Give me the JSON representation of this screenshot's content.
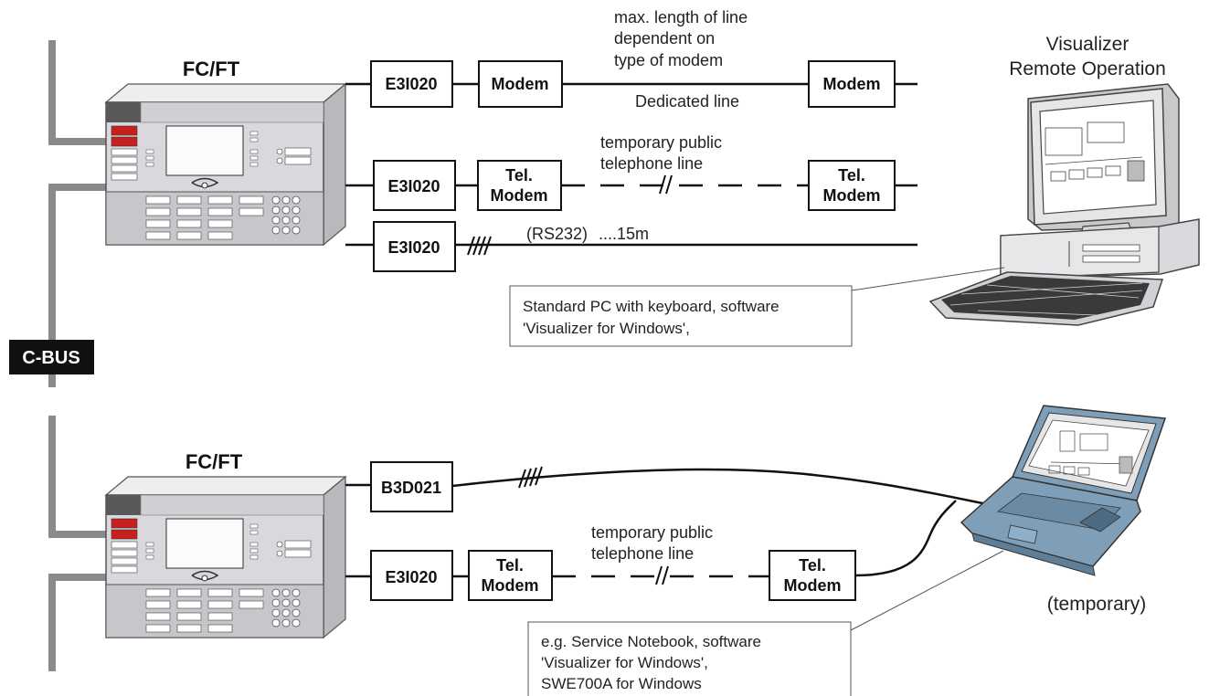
{
  "panels": [
    {
      "title": "FC/FT"
    },
    {
      "title": "FC/FT"
    }
  ],
  "bus_label": "C-BUS",
  "modules": {
    "e3i020": "E3I020",
    "b3d021": "B3D021",
    "modem": "Modem",
    "tel_modem": [
      "Tel.",
      "Modem"
    ]
  },
  "line_labels": {
    "max_length": [
      "max. length of line",
      "dependent on",
      "type of modem"
    ],
    "dedicated": "Dedicated line",
    "temp_public": [
      "temporary public",
      "telephone line"
    ],
    "rs232": "(RS232)",
    "distance": "....15m"
  },
  "pc": {
    "title": [
      "Visualizer",
      "Remote Operation"
    ],
    "note": [
      "Standard PC with keyboard, software",
      "'Visualizer for Windows',"
    ]
  },
  "notebook": {
    "label": "(temporary)",
    "note": [
      "e.g. Service Notebook, software",
      "'Visualizer for Windows',",
      "SWE700A for Windows"
    ]
  },
  "colors": {
    "bus": "#8a8a8a",
    "line": "#111111",
    "panel_face": "#d9d9dd",
    "panel_dark": "#595959",
    "alarm_red": "#c8201e",
    "monitor_frame": "#dcdcdc",
    "laptop_blue": "#7f9fb8"
  }
}
